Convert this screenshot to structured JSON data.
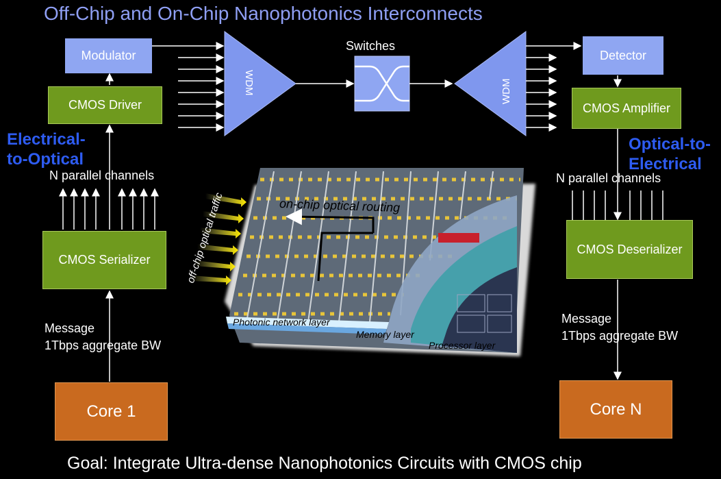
{
  "title": "Off-Chip and On-Chip Nanophotonics Interconnects",
  "goal": "Goal: Integrate Ultra-dense Nanophotonics Circuits with CMOS chip",
  "left": {
    "modulator": "Modulator",
    "cmos_driver": "CMOS Driver",
    "section_label_line1": "Electrical-",
    "section_label_line2": "to-Optical",
    "channels": "N parallel channels",
    "serializer": "CMOS Serializer",
    "message_line1": "Message",
    "message_line2": "1Tbps  aggregate BW",
    "core": "Core 1"
  },
  "center": {
    "wdm_left": "WDM",
    "switches": "Switches",
    "wdm_right": "WDM"
  },
  "right": {
    "detector": "Detector",
    "cmos_amplifier": "CMOS Amplifier",
    "section_label_line1": "Optical-to-",
    "section_label_line2": "Electrical",
    "channels": "N parallel channels",
    "deserializer": "CMOS Deserializer",
    "message_line1": "Message",
    "message_line2": "1Tbps  aggregate BW",
    "core": "Core N"
  },
  "chip": {
    "on_chip_routing": "on-chip optical routing",
    "off_chip_traffic": "off-chip optical traffic",
    "photonic_layer": "Photonic network layer",
    "memory_layer": "Memory layer",
    "processor_layer": "Processor layer"
  },
  "colors": {
    "title": "#8f9ff4",
    "box_blue": "#8fa6f2",
    "box_green": "#6f9a1e",
    "core": "#c96a1f",
    "section_label": "#2e5cf2"
  }
}
